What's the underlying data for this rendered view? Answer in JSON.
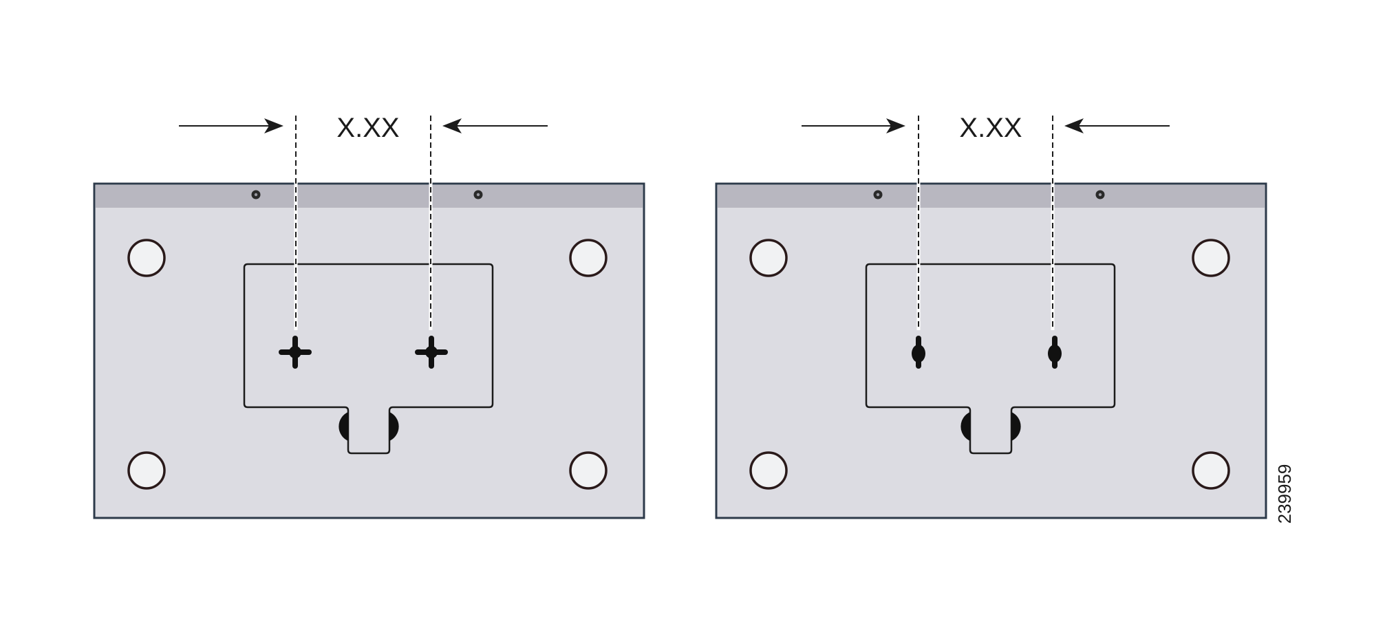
{
  "figure": {
    "figure_number": "239959",
    "colors": {
      "plate_fill": "#dcdce2",
      "plate_border": "#2d3a4a",
      "top_band": "#b8b7c0",
      "line": "#1b1b1b",
      "foot_fill": "#f1f2f3",
      "foot_stroke": "#2a1a1a",
      "background": "#ffffff"
    },
    "panels": [
      {
        "name": "left",
        "dimension_label": "X.XX",
        "slot_style": "cross-keyhole",
        "icons": [
          "arrow-right-icon",
          "arrow-left-icon",
          "screw-icon",
          "rubber-foot-icon",
          "keyhole-slot-icon"
        ]
      },
      {
        "name": "right",
        "dimension_label": "X.XX",
        "slot_style": "vertical-keyhole",
        "icons": [
          "arrow-right-icon",
          "arrow-left-icon",
          "screw-icon",
          "rubber-foot-icon",
          "keyhole-slot-icon"
        ]
      }
    ]
  }
}
